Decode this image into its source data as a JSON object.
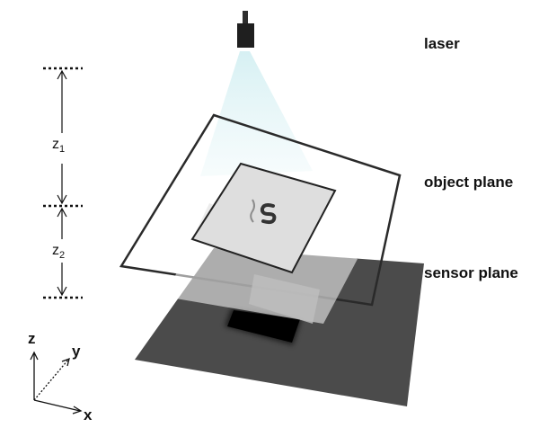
{
  "labels": {
    "laser": "laser",
    "object_plane": "object plane",
    "sensor_plane": "sensor plane"
  },
  "distances": [
    {
      "base": "z",
      "sub": "1"
    },
    {
      "base": "z",
      "sub": "2"
    }
  ],
  "axes": {
    "x": "x",
    "y": "y",
    "z": "z"
  },
  "colors": {
    "sensor_plane": "#4b4b4b",
    "sensor_chip": "#000000",
    "beam": "#bfe6ea",
    "object_frame": "#2a2a2a"
  },
  "icons": [
    "laser-icon",
    "specimen-icon"
  ]
}
